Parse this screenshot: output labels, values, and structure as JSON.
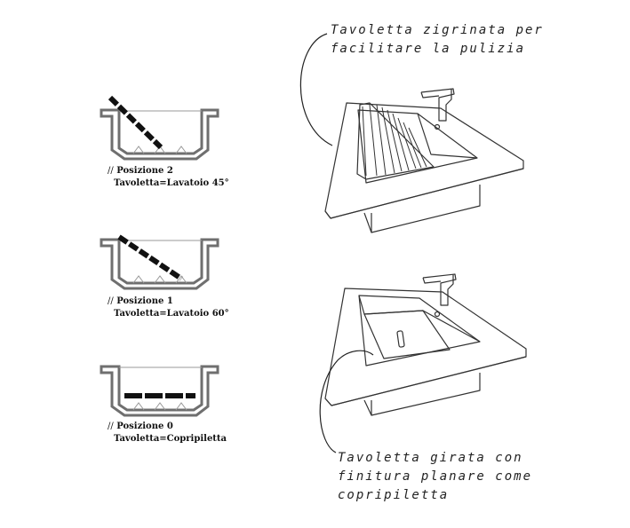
{
  "positions": [
    {
      "prefix": "//",
      "name": "Posizione 2",
      "detail": "Tavoletta=Lavatoio 45°"
    },
    {
      "prefix": "//",
      "name": "Posizione 1",
      "detail": "Tavoletta=Lavatoio 60°"
    },
    {
      "prefix": "//",
      "name": "Posizione 0",
      "detail": "Tavoletta=Copripiletta"
    }
  ],
  "annotations": {
    "top": [
      "Tavoletta zigrinata per",
      "facilitare la pulizia"
    ],
    "bottom": [
      "Tavoletta girata con",
      "finitura planare come",
      "copripiletta"
    ]
  },
  "colors": {
    "basin": "#6f6f6f",
    "board": "#111111",
    "line": "#333333"
  }
}
